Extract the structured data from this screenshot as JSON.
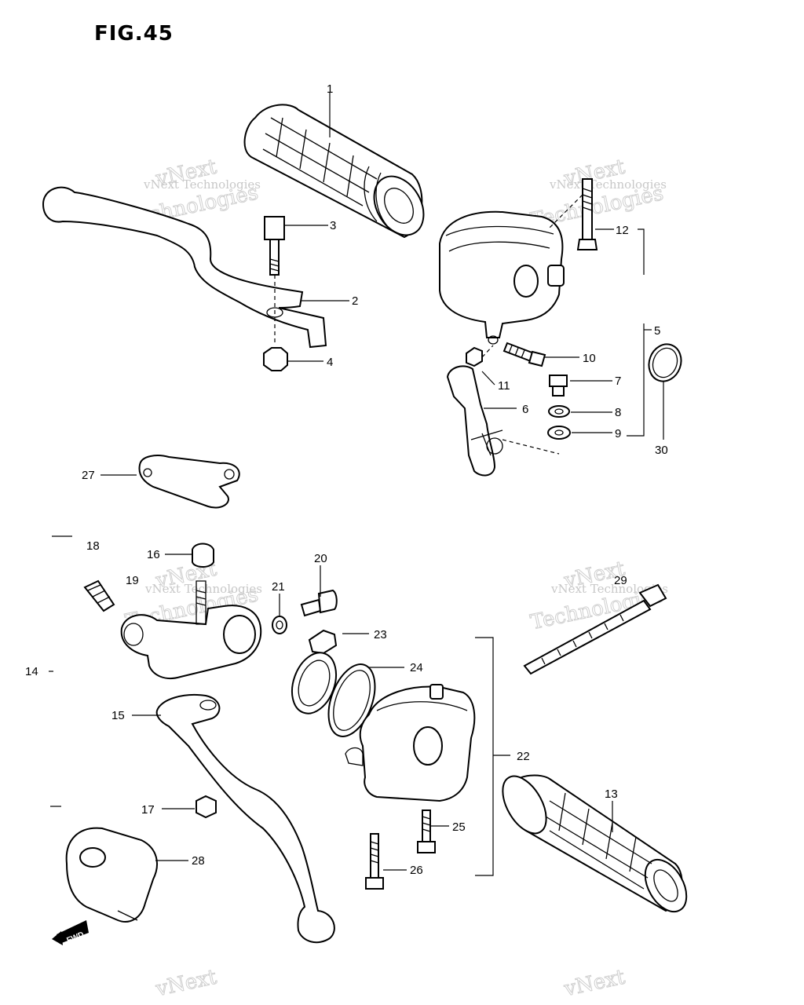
{
  "figure": {
    "title": "FIG.45",
    "fwd_badge": "FWD"
  },
  "callouts": [
    {
      "id": "c1",
      "label": "1"
    },
    {
      "id": "c2",
      "label": "2"
    },
    {
      "id": "c3",
      "label": "3"
    },
    {
      "id": "c4",
      "label": "4"
    },
    {
      "id": "c5",
      "label": "5"
    },
    {
      "id": "c6",
      "label": "6"
    },
    {
      "id": "c7",
      "label": "7"
    },
    {
      "id": "c8",
      "label": "8"
    },
    {
      "id": "c9",
      "label": "9"
    },
    {
      "id": "c10",
      "label": "10"
    },
    {
      "id": "c11",
      "label": "11"
    },
    {
      "id": "c12",
      "label": "12"
    },
    {
      "id": "c13",
      "label": "13"
    },
    {
      "id": "c14",
      "label": "14"
    },
    {
      "id": "c15",
      "label": "15"
    },
    {
      "id": "c16",
      "label": "16"
    },
    {
      "id": "c17",
      "label": "17"
    },
    {
      "id": "c18",
      "label": "18"
    },
    {
      "id": "c19",
      "label": "19"
    },
    {
      "id": "c20",
      "label": "20"
    },
    {
      "id": "c21",
      "label": "21"
    },
    {
      "id": "c22",
      "label": "22"
    },
    {
      "id": "c23",
      "label": "23"
    },
    {
      "id": "c24",
      "label": "24"
    },
    {
      "id": "c25",
      "label": "25"
    },
    {
      "id": "c26",
      "label": "26"
    },
    {
      "id": "c27",
      "label": "27"
    },
    {
      "id": "c28",
      "label": "28"
    },
    {
      "id": "c29",
      "label": "29"
    },
    {
      "id": "c30",
      "label": "30"
    }
  ],
  "watermark": {
    "small": "vNext Technologies",
    "big_line1": "vNext",
    "big_line2": "Technologies"
  },
  "colors": {
    "ink": "#000000",
    "watermark": "#c8c8c8",
    "background": "#ffffff"
  }
}
